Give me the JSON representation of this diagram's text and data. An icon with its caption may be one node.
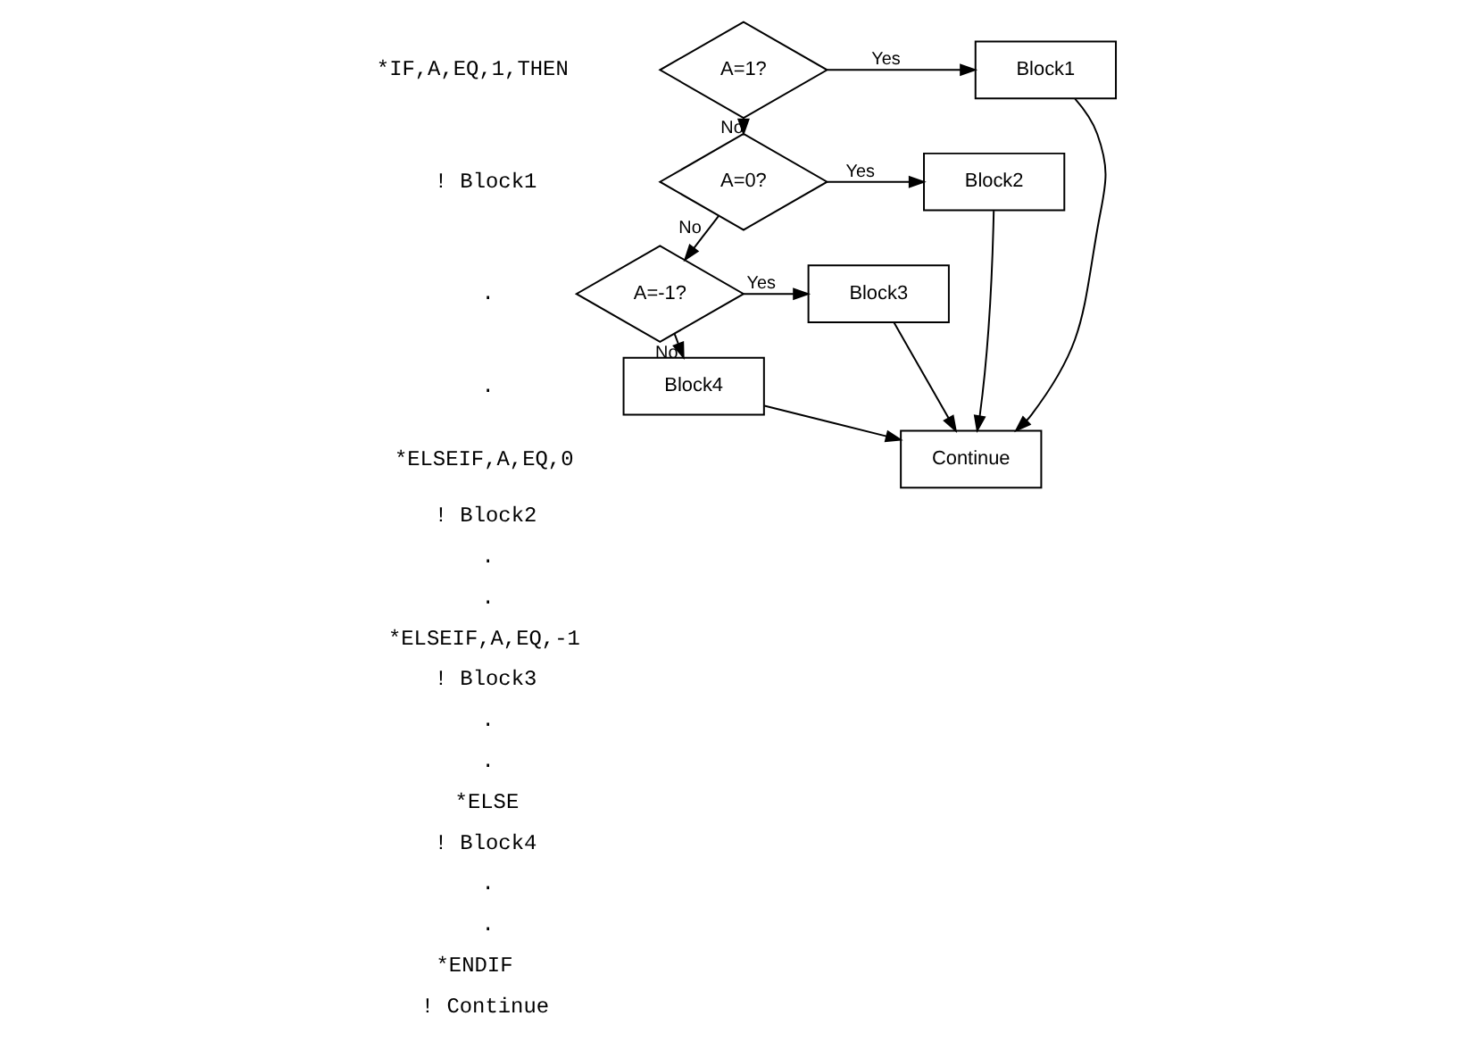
{
  "diagram": {
    "nodes": [
      {
        "text": [
          "A=1?"
        ]
      },
      {
        "text": [
          "Block1"
        ]
      },
      {
        "text": [
          "A=0?"
        ]
      },
      {
        "text": [
          "Block2"
        ]
      },
      {
        "text": [
          "A=-1?"
        ]
      },
      {
        "text": [
          "Block3"
        ]
      },
      {
        "text": [
          "Block4"
        ]
      },
      {
        "text": [
          "Continue"
        ]
      }
    ],
    "edges": [
      {
        "from": 0,
        "to": 1,
        "arrow": "to",
        "label": "Yes"
      },
      {
        "from": 0,
        "to": 2,
        "arrow": "to",
        "label": "No"
      },
      {
        "from": 2,
        "to": 3,
        "arrow": "to",
        "label": "Yes"
      },
      {
        "from": 2,
        "to": 4,
        "arrow": "to",
        "label": "No"
      },
      {
        "from": 4,
        "to": 5,
        "arrow": "to",
        "label": "Yes"
      },
      {
        "from": 4,
        "to": 6,
        "arrow": "to",
        "label": "No"
      },
      {
        "from": 1,
        "to": 7,
        "arrow": "to"
      },
      {
        "from": 3,
        "to": 7,
        "arrow": "to"
      },
      {
        "from": 5,
        "to": 7,
        "arrow": "to"
      },
      {
        "from": 6,
        "to": 7,
        "arrow": "to"
      }
    ],
    "labels": [
      "*IF,A,EQ,1,THEN",
      "! Block1",
      ".",
      ".",
      "*ELSEIF,A,EQ,0",
      "! Block2",
      ".",
      ".",
      "*ELSEIF,A,EQ,-1",
      "! Block3",
      ".",
      ".",
      "*ELSE",
      "! Block4",
      ".",
      ".",
      "*ENDIF",
      "! Continue"
    ]
  }
}
